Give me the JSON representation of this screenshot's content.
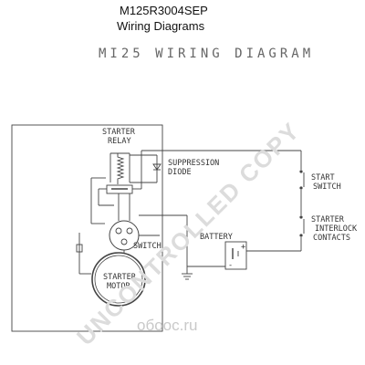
{
  "header": {
    "title": "M125R3004SEP",
    "subtitle": "Wiring Diagrams"
  },
  "diagram": {
    "sheet_title": "MI25 WIRING DIAGRAM",
    "labels": {
      "starter_relay_1": "STARTER",
      "starter_relay_2": "RELAY",
      "suppression_1": "SUPPRESSION",
      "suppression_2": "DIODE",
      "start_switch_1": "START",
      "start_switch_2": "SWITCH",
      "interlock_1": "STARTER",
      "interlock_2": "INTERLOCK",
      "interlock_3": "CONTACTS",
      "battery": "BATTERY",
      "switch": "SWITCH",
      "starter_motor_1": "STARTER",
      "starter_motor_2": "MOTOR",
      "battery_plus": "+",
      "battery_minus": "-"
    }
  },
  "watermark": {
    "text": "UNCONTROLLED COPY",
    "brand": "oбоос.ru"
  }
}
